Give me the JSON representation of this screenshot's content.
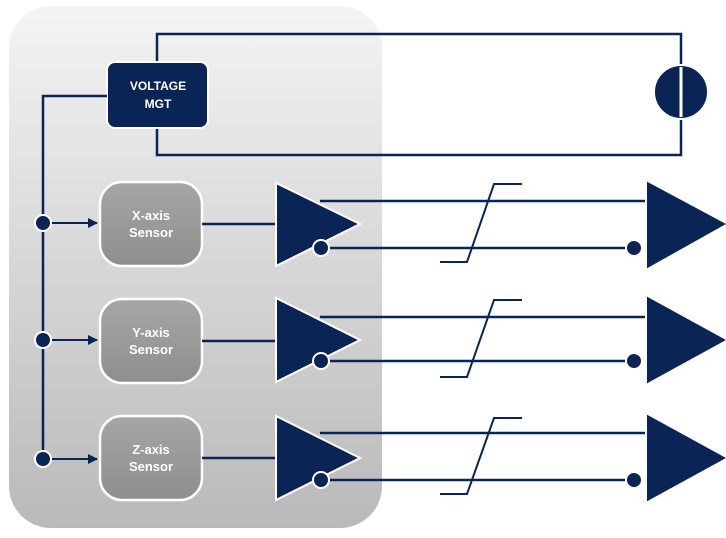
{
  "voltage_block": {
    "line1": "VOLTAGE",
    "line2": "MGT"
  },
  "sensors": [
    {
      "line1": "X-axis",
      "line2": "Sensor"
    },
    {
      "line1": "Y-axis",
      "line2": "Sensor"
    },
    {
      "line1": "Z-axis",
      "line2": "Sensor"
    }
  ],
  "colors": {
    "navy": "#0a2456",
    "sensor_fill": "#9c9c9c",
    "panel_top": "#f2f2f2",
    "panel_bottom": "#bdbdbd"
  }
}
